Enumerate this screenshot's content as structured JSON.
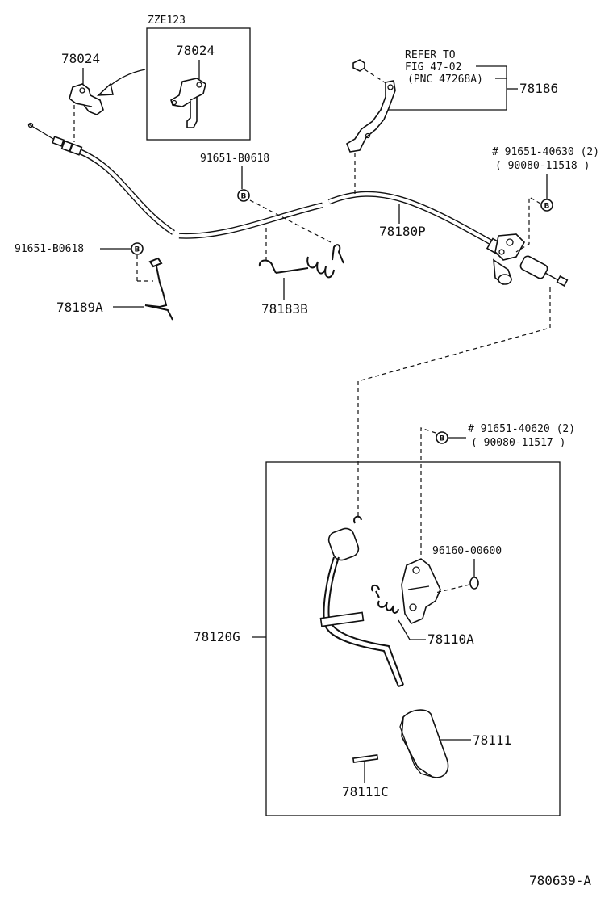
{
  "labels": {
    "zze123": "ZZE123",
    "p78024_inset": "78024",
    "p78024": "78024",
    "refer_1": "REFER TO",
    "refer_2": "FIG 47-02",
    "refer_3": "(PNC 47268A)",
    "p78186": "78186",
    "b91651_top": "91651-B0618",
    "b91651_left": "91651-B0618",
    "bolt_40630": "# 91651-40630 (2)",
    "bolt_11518": "( 90080-11518 )",
    "p78180P": "78180P",
    "p78183B": "78183B",
    "p78189A": "78189A",
    "bolt_40620": "# 91651-40620 (2)",
    "bolt_11517": "( 90080-11517 )",
    "nut_00600": "96160-00600",
    "p78120G": "78120G",
    "p78110A": "78110A",
    "p78111": "78111",
    "p78111C": "78111C",
    "fig_code": "780639-A"
  },
  "bolt_symbol": "B"
}
